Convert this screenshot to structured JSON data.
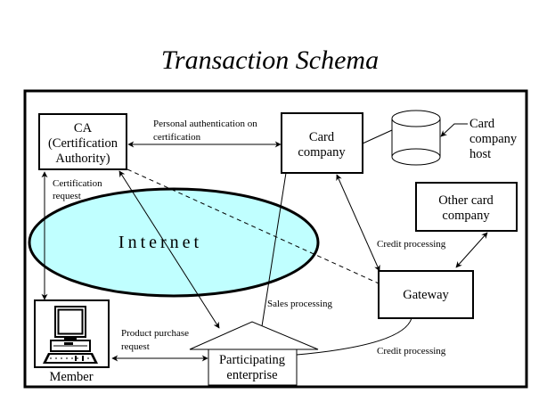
{
  "title": "Transaction Schema",
  "colors": {
    "internet_fill": "#C0FFFF",
    "stroke": "#000000",
    "background": "#FFFFFF"
  },
  "nodes": {
    "ca": {
      "lines": [
        "CA",
        "(Certification",
        "Authority)"
      ]
    },
    "card_company": {
      "lines": [
        "Card",
        "company"
      ]
    },
    "card_company_host": {
      "lines": [
        "Card",
        "company",
        "host"
      ],
      "icon": "database-cylinder-icon"
    },
    "other_card_company": {
      "lines": [
        "Other card",
        "company"
      ]
    },
    "gateway": {
      "lines": [
        "Gateway"
      ]
    },
    "internet": {
      "label": "Internet"
    },
    "member": {
      "label": "Member",
      "icon": "computer-icon"
    },
    "participating_enterprise": {
      "lines": [
        "Participating",
        "enterprise"
      ],
      "icon": "house-roof-icon"
    }
  },
  "edges": {
    "personal_auth": {
      "lines": [
        "Personal authentication on",
        "certification"
      ]
    },
    "certification_request": {
      "lines": [
        "Certification",
        "request"
      ]
    },
    "sales_processing": {
      "label": "Sales processing"
    },
    "credit_processing_upper": {
      "label": "Credit processing"
    },
    "credit_processing_lower": {
      "label": "Credit processing"
    },
    "product_purchase": {
      "lines": [
        "Product purchase",
        "request"
      ]
    }
  }
}
